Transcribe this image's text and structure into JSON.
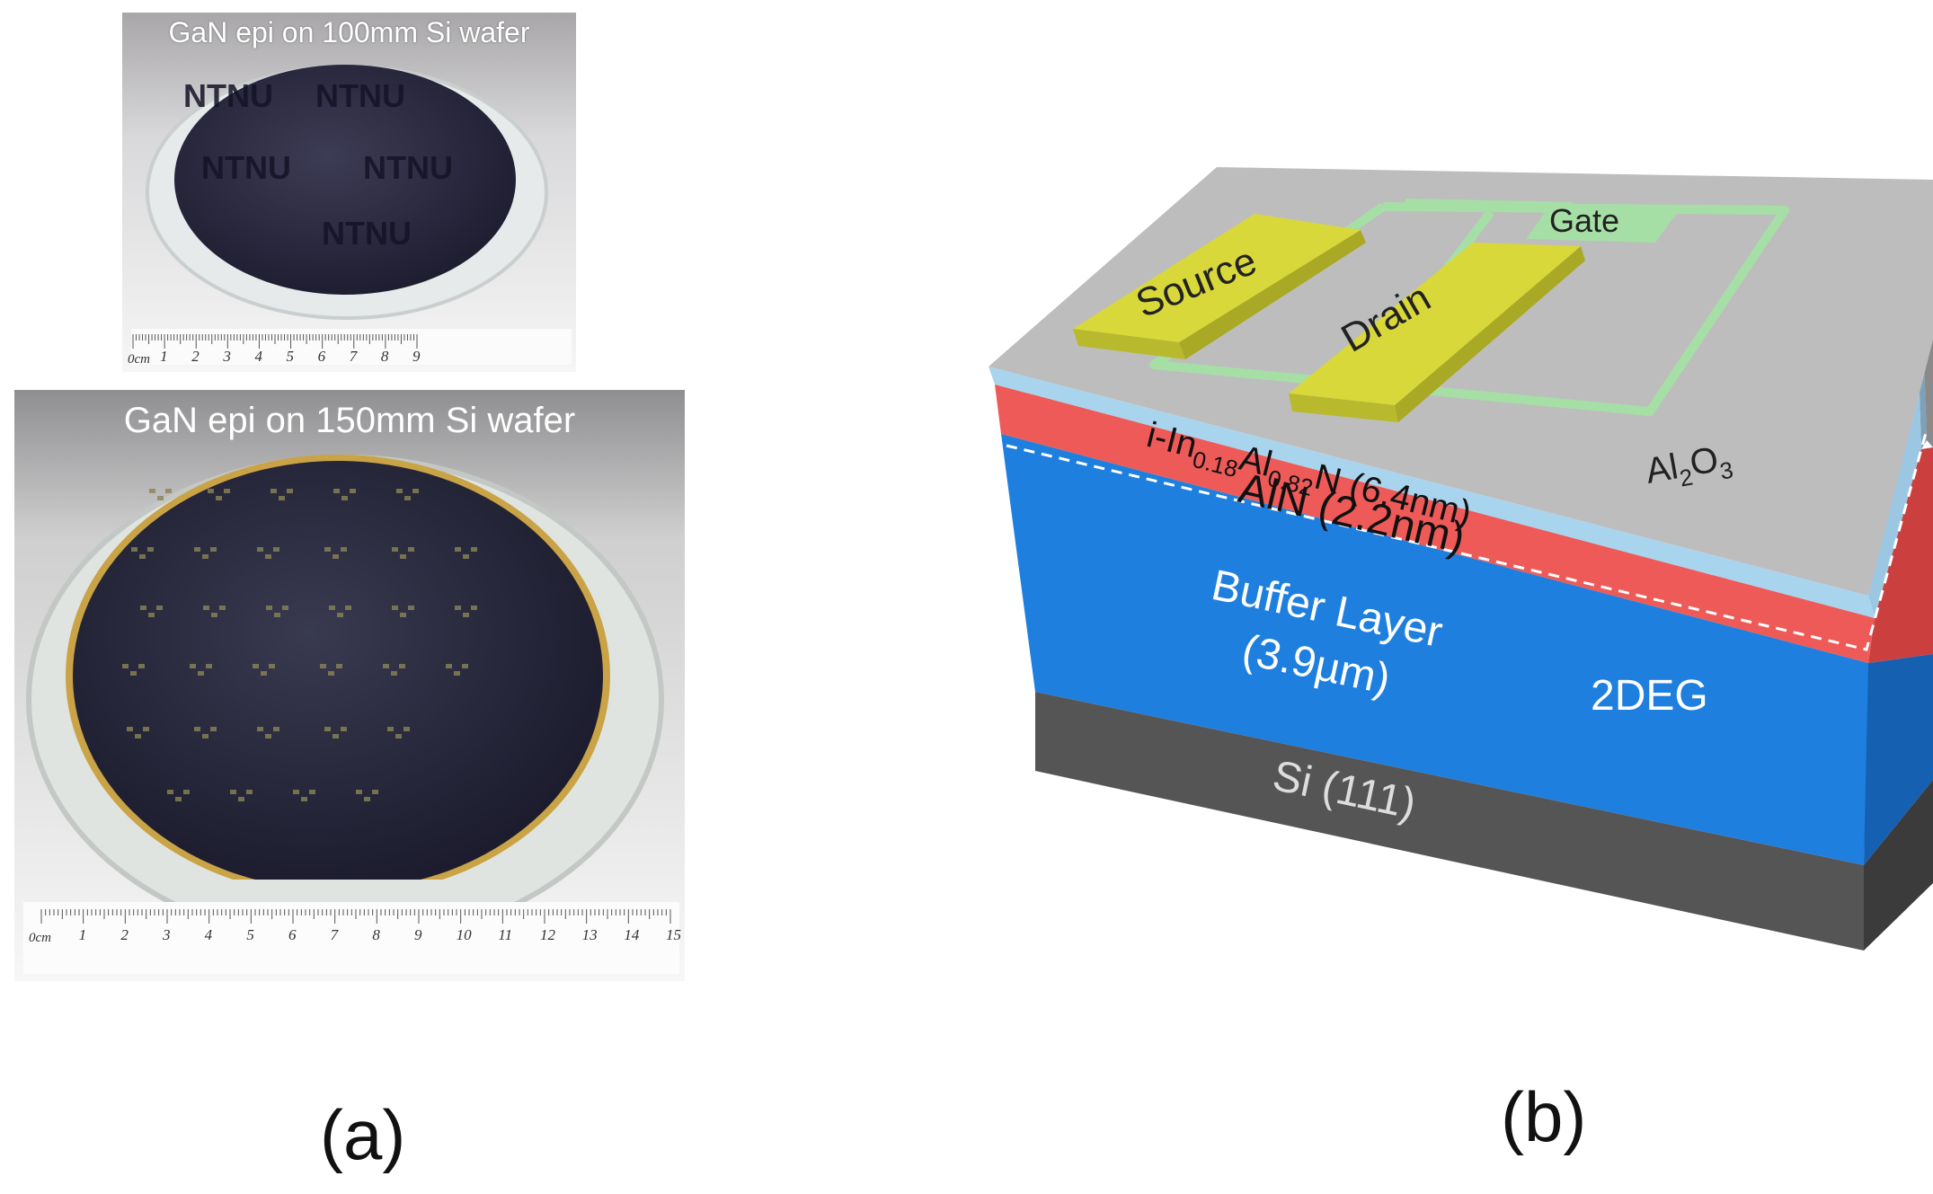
{
  "panel_a": {
    "top_photo": {
      "title": "GaN epi on 100mm Si wafer",
      "watermark": "NTNU",
      "ruler_unit": "0cm",
      "ruler_numbers": [
        "1",
        "2",
        "3",
        "4",
        "5",
        "6",
        "7",
        "8",
        "9"
      ]
    },
    "bottom_photo": {
      "title": "GaN epi on 150mm Si wafer",
      "ruler_unit": "0cm",
      "ruler_numbers": [
        "1",
        "2",
        "3",
        "4",
        "5",
        "6",
        "7",
        "8",
        "9",
        "10",
        "11",
        "12",
        "13",
        "14",
        "15"
      ]
    },
    "caption": "(a)"
  },
  "panel_b": {
    "labels": {
      "gate": "Gate",
      "source": "Source",
      "drain": "Drain",
      "oxide_main": "Al",
      "oxide_sub1": "2",
      "oxide_mid": "O",
      "oxide_sub2": "3",
      "barrier_prefix": "i-In",
      "barrier_sub1": "0.18",
      "barrier_mid": "Al",
      "barrier_sub2": "0.82",
      "barrier_suffix": "N  (6.4nm)",
      "spacer": "AlN (2.2nm)",
      "buffer_line1": "Buffer Layer",
      "buffer_line2": "(3.9µm)",
      "channel": "2DEG",
      "substrate": "Si (111)"
    },
    "colors": {
      "oxide": "#bdbdbd",
      "barrier": "#a9d4ee",
      "spacer": "#ee5a58",
      "buffer": "#1e7fde",
      "substrate": "#555555",
      "contacts": "#d8d83a",
      "gate": "#a6dfa6"
    },
    "caption": "(b)"
  }
}
